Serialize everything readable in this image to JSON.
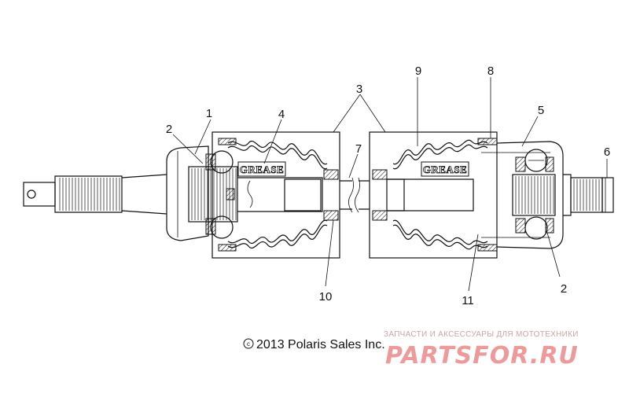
{
  "callouts": {
    "c1": "1",
    "c2_left": "2",
    "c2_right": "2",
    "c3": "3",
    "c4": "4",
    "c5": "5",
    "c6": "6",
    "c7": "7",
    "c8": "8",
    "c9": "9",
    "c10": "10",
    "c11": "11"
  },
  "labels": {
    "grease_left": "GREASE",
    "grease_right": "GREASE"
  },
  "copyright": "2013 Polaris Sales Inc.",
  "watermark": {
    "subtitle": "ЗАПЧАСТИ И АКСЕССУАРЫ ДЛЯ МОТОТЕХНИКИ",
    "brand": "PARTSFOR.RU",
    "color": "#ef9a9a"
  }
}
